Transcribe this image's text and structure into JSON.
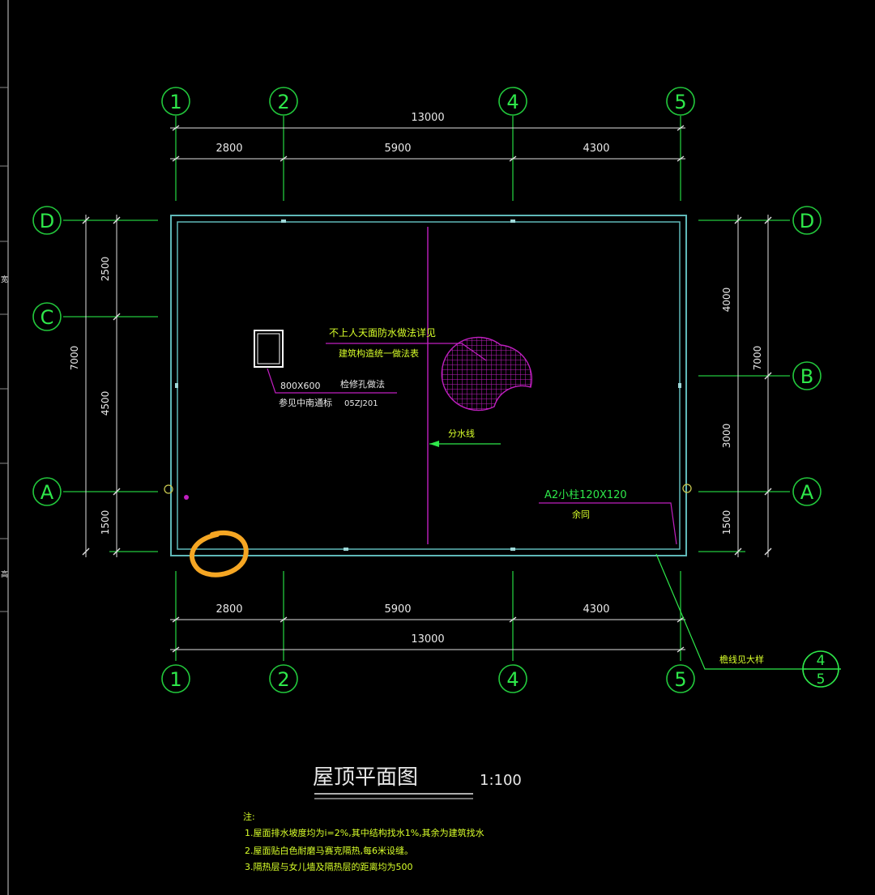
{
  "drawing": {
    "title": "屋顶平面图",
    "scale": "1:100"
  },
  "axes_top": [
    "1",
    "2",
    "4",
    "5"
  ],
  "axes_bottom": [
    "1",
    "2",
    "4",
    "5"
  ],
  "axes_left": [
    "D",
    "C",
    "A"
  ],
  "axes_right": [
    "D",
    "B",
    "A"
  ],
  "dimensions": {
    "top_total": "13000",
    "top_segments": [
      "2800",
      "5900",
      "4300"
    ],
    "bottom_total": "13000",
    "bottom_segments": [
      "2800",
      "5900",
      "4300"
    ],
    "left_total": "7000",
    "left_segments": [
      "2500",
      "4500",
      "1500"
    ],
    "right_total": "7000",
    "right_segments": [
      "4000",
      "3000",
      "1500"
    ]
  },
  "annotations": {
    "waterproof_line1": "不上人天面防水做法详见",
    "waterproof_line2": "建筑构造统一做法表",
    "hatch_size": "800X600",
    "hatch_label": "检修孔做法",
    "hatch_ref1": "参见中南通标",
    "hatch_ref2": "05ZJ201",
    "divide_line": "分水线",
    "column_line1": "A2小柱120X120",
    "column_line2": "余同",
    "parapet_note": "檐线见大样",
    "detail_num": "4",
    "detail_sheet": "5"
  },
  "notes": {
    "heading": "注:",
    "items": [
      "1.屋面排水坡度均为i=2%,其中结构找水1%,其余为建筑找水",
      "2.屋面贴白色耐磨马赛克隔热,每6米设缝。",
      "3.隔热层与女儿墙及隔热层的距离均为500"
    ]
  },
  "colors": {
    "background": "#000000",
    "axis": "#22c83c",
    "dimension": "#e8e8e8",
    "wall": "#5fb8b8",
    "magenta": "#c01fc0",
    "highlight": "#f5a623"
  },
  "sidebar_marks": [
    "宽",
    "高"
  ]
}
